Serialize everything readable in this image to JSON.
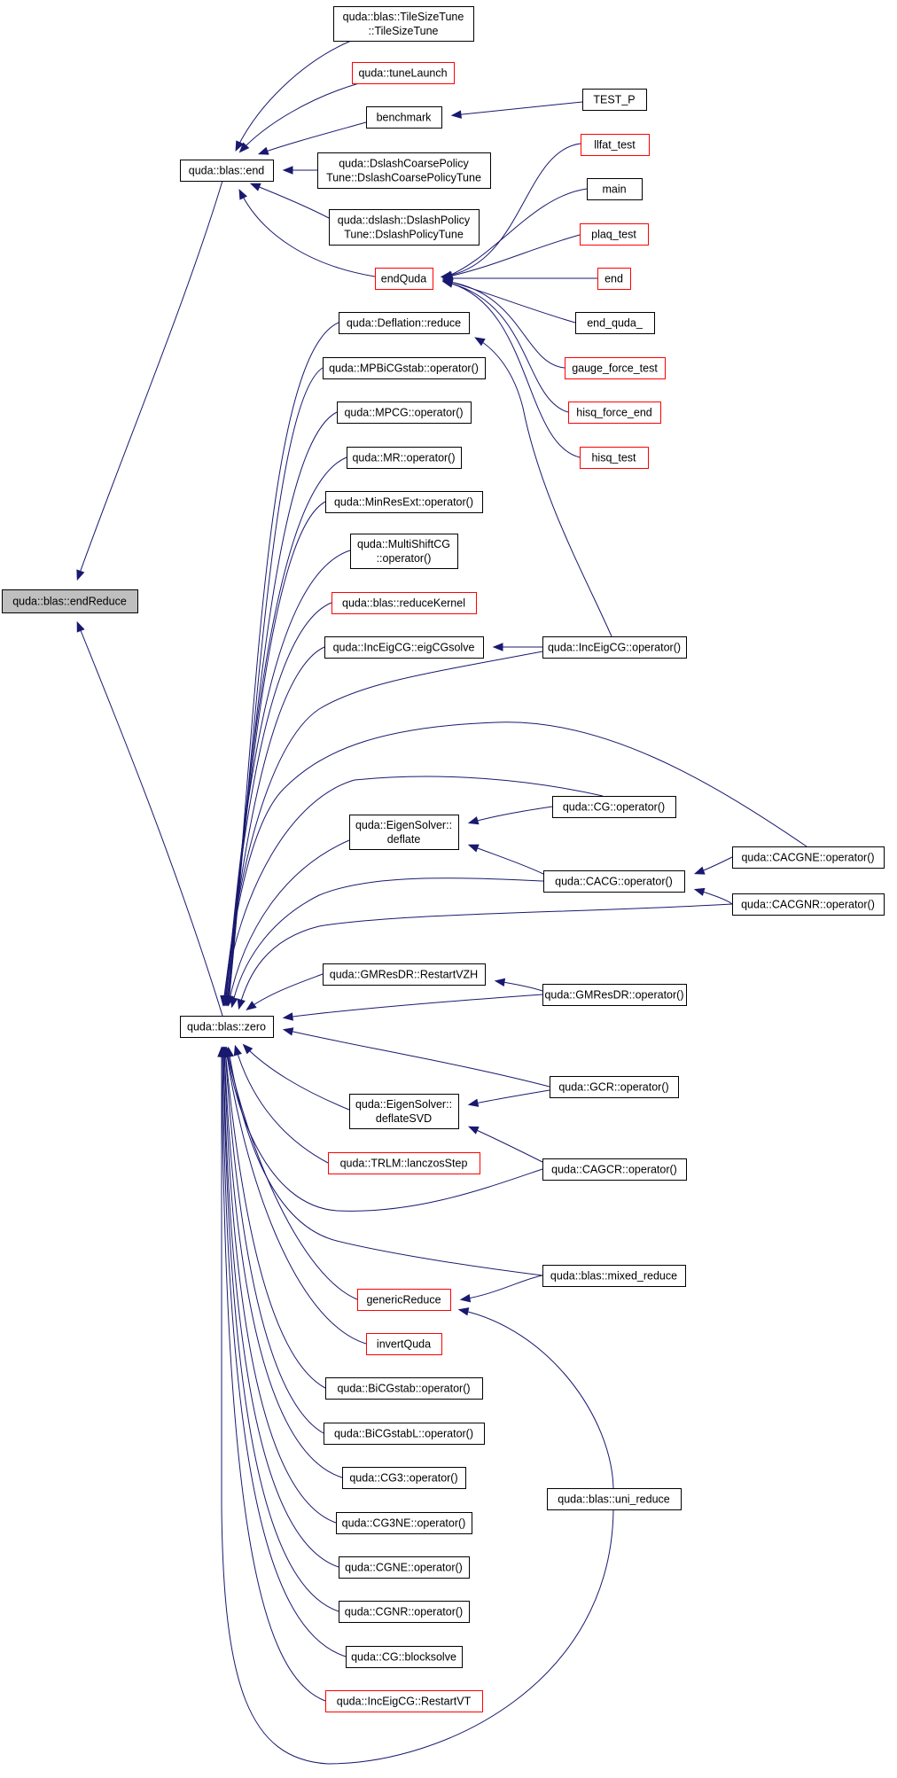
{
  "colors": {
    "edge": "#191970",
    "node_border": "#000000",
    "truncated_border": "#ff0000",
    "current_fill": "#bfbfbf",
    "background": "#ffffff"
  },
  "nodes": {
    "endReduce": {
      "lines": [
        "quda::blas::endReduce"
      ],
      "state": "current"
    },
    "blasEnd": {
      "lines": [
        "quda::blas::end"
      ],
      "state": "normal"
    },
    "blasZero": {
      "lines": [
        "quda::blas::zero"
      ],
      "state": "normal"
    },
    "tileSizeTune": {
      "lines": [
        "quda::blas::TileSizeTune",
        "::TileSizeTune"
      ],
      "state": "normal"
    },
    "tuneLaunch": {
      "lines": [
        "quda::tuneLaunch"
      ],
      "state": "truncated"
    },
    "benchmark": {
      "lines": [
        "benchmark"
      ],
      "state": "normal"
    },
    "testP": {
      "lines": [
        "TEST_P"
      ],
      "state": "normal"
    },
    "dslashCoarse": {
      "lines": [
        "quda::DslashCoarsePolicy",
        "Tune::DslashCoarsePolicyTune"
      ],
      "state": "normal"
    },
    "dslashPolicy": {
      "lines": [
        "quda::dslash::DslashPolicy",
        "Tune::DslashPolicyTune"
      ],
      "state": "normal"
    },
    "endQuda": {
      "lines": [
        "endQuda"
      ],
      "state": "truncated"
    },
    "llfatTest": {
      "lines": [
        "llfat_test"
      ],
      "state": "truncated"
    },
    "main": {
      "lines": [
        "main"
      ],
      "state": "normal"
    },
    "plaqTest": {
      "lines": [
        "plaq_test"
      ],
      "state": "truncated"
    },
    "end": {
      "lines": [
        "end"
      ],
      "state": "truncated"
    },
    "endQudaU": {
      "lines": [
        "end_quda_"
      ],
      "state": "normal"
    },
    "gaugeForce": {
      "lines": [
        "gauge_force_test"
      ],
      "state": "truncated"
    },
    "hisqForceEnd": {
      "lines": [
        "hisq_force_end"
      ],
      "state": "truncated"
    },
    "hisqTest": {
      "lines": [
        "hisq_test"
      ],
      "state": "truncated"
    },
    "deflReduce": {
      "lines": [
        "quda::Deflation::reduce"
      ],
      "state": "normal"
    },
    "mpbicg": {
      "lines": [
        "quda::MPBiCGstab::operator()"
      ],
      "state": "normal"
    },
    "mpcg": {
      "lines": [
        "quda::MPCG::operator()"
      ],
      "state": "normal"
    },
    "mr": {
      "lines": [
        "quda::MR::operator()"
      ],
      "state": "normal"
    },
    "minres": {
      "lines": [
        "quda::MinResExt::operator()"
      ],
      "state": "normal"
    },
    "multishift": {
      "lines": [
        "quda::MultiShiftCG",
        "::operator()"
      ],
      "state": "normal"
    },
    "reduceKernel": {
      "lines": [
        "quda::blas::reduceKernel"
      ],
      "state": "truncated"
    },
    "eigCGsolve": {
      "lines": [
        "quda::IncEigCG::eigCGsolve"
      ],
      "state": "normal"
    },
    "incEigOp": {
      "lines": [
        "quda::IncEigCG::operator()"
      ],
      "state": "normal"
    },
    "cgOp": {
      "lines": [
        "quda::CG::operator()"
      ],
      "state": "normal"
    },
    "deflate": {
      "lines": [
        "quda::EigenSolver::",
        "deflate"
      ],
      "state": "normal"
    },
    "cacgOp": {
      "lines": [
        "quda::CACG::operator()"
      ],
      "state": "normal"
    },
    "cacgneOp": {
      "lines": [
        "quda::CACGNE::operator()"
      ],
      "state": "normal"
    },
    "cacgnrOp": {
      "lines": [
        "quda::CACGNR::operator()"
      ],
      "state": "normal"
    },
    "restartVZH": {
      "lines": [
        "quda::GMResDR::RestartVZH"
      ],
      "state": "normal"
    },
    "gmresdrOp": {
      "lines": [
        "quda::GMResDR::operator()"
      ],
      "state": "normal"
    },
    "gcrOp": {
      "lines": [
        "quda::GCR::operator()"
      ],
      "state": "normal"
    },
    "deflateSVD": {
      "lines": [
        "quda::EigenSolver::",
        "deflateSVD"
      ],
      "state": "normal"
    },
    "lanczos": {
      "lines": [
        "quda::TRLM::lanczosStep"
      ],
      "state": "truncated"
    },
    "cagcrOp": {
      "lines": [
        "quda::CAGCR::operator()"
      ],
      "state": "normal"
    },
    "mixedReduce": {
      "lines": [
        "quda::blas::mixed_reduce"
      ],
      "state": "normal"
    },
    "genericReduce": {
      "lines": [
        "genericReduce"
      ],
      "state": "truncated"
    },
    "invertQuda": {
      "lines": [
        "invertQuda"
      ],
      "state": "truncated"
    },
    "bicgstab": {
      "lines": [
        "quda::BiCGstab::operator()"
      ],
      "state": "normal"
    },
    "bicgstabL": {
      "lines": [
        "quda::BiCGstabL::operator()"
      ],
      "state": "normal"
    },
    "cg3": {
      "lines": [
        "quda::CG3::operator()"
      ],
      "state": "normal"
    },
    "cg3ne": {
      "lines": [
        "quda::CG3NE::operator()"
      ],
      "state": "normal"
    },
    "cgne": {
      "lines": [
        "quda::CGNE::operator()"
      ],
      "state": "normal"
    },
    "cgnr": {
      "lines": [
        "quda::CGNR::operator()"
      ],
      "state": "normal"
    },
    "blocksolve": {
      "lines": [
        "quda::CG::blocksolve"
      ],
      "state": "normal"
    },
    "uniReduce": {
      "lines": [
        "quda::blas::uni_reduce"
      ],
      "state": "normal"
    },
    "restartVT": {
      "lines": [
        "quda::IncEigCG::RestartVT"
      ],
      "state": "truncated"
    }
  },
  "edges": [
    [
      "blasEnd",
      "endReduce"
    ],
    [
      "blasZero",
      "endReduce"
    ],
    [
      "tileSizeTune",
      "blasEnd"
    ],
    [
      "tuneLaunch",
      "blasEnd"
    ],
    [
      "benchmark",
      "blasEnd"
    ],
    [
      "dslashCoarse",
      "blasEnd"
    ],
    [
      "dslashPolicy",
      "blasEnd"
    ],
    [
      "endQuda",
      "blasEnd"
    ],
    [
      "testP",
      "benchmark"
    ],
    [
      "llfatTest",
      "endQuda"
    ],
    [
      "main",
      "endQuda"
    ],
    [
      "plaqTest",
      "endQuda"
    ],
    [
      "end",
      "endQuda"
    ],
    [
      "endQudaU",
      "endQuda"
    ],
    [
      "gaugeForce",
      "endQuda"
    ],
    [
      "hisqForceEnd",
      "endQuda"
    ],
    [
      "hisqTest",
      "endQuda"
    ],
    [
      "deflReduce",
      "blasZero"
    ],
    [
      "mpbicg",
      "blasZero"
    ],
    [
      "mpcg",
      "blasZero"
    ],
    [
      "mr",
      "blasZero"
    ],
    [
      "minres",
      "blasZero"
    ],
    [
      "multishift",
      "blasZero"
    ],
    [
      "reduceKernel",
      "blasZero"
    ],
    [
      "eigCGsolve",
      "blasZero"
    ],
    [
      "incEigOp",
      "blasZero"
    ],
    [
      "cacgneOp",
      "blasZero"
    ],
    [
      "cgOp",
      "blasZero"
    ],
    [
      "deflate",
      "blasZero"
    ],
    [
      "cacgOp",
      "blasZero"
    ],
    [
      "cacgnrOp",
      "blasZero"
    ],
    [
      "restartVZH",
      "blasZero"
    ],
    [
      "gmresdrOp",
      "blasZero"
    ],
    [
      "gcrOp",
      "blasZero"
    ],
    [
      "deflateSVD",
      "blasZero"
    ],
    [
      "lanczos",
      "blasZero"
    ],
    [
      "cagcrOp",
      "blasZero"
    ],
    [
      "mixedReduce",
      "blasZero"
    ],
    [
      "genericReduce",
      "blasZero"
    ],
    [
      "invertQuda",
      "blasZero"
    ],
    [
      "bicgstab",
      "blasZero"
    ],
    [
      "bicgstabL",
      "blasZero"
    ],
    [
      "cg3",
      "blasZero"
    ],
    [
      "cg3ne",
      "blasZero"
    ],
    [
      "cgne",
      "blasZero"
    ],
    [
      "cgnr",
      "blasZero"
    ],
    [
      "blocksolve",
      "blasZero"
    ],
    [
      "uniReduce",
      "blasZero"
    ],
    [
      "restartVT",
      "blasZero"
    ],
    [
      "incEigOp",
      "deflReduce"
    ],
    [
      "incEigOp",
      "eigCGsolve"
    ],
    [
      "cgOp",
      "deflate"
    ],
    [
      "cacgOp",
      "deflate"
    ],
    [
      "cacgneOp",
      "cacgOp"
    ],
    [
      "cacgnrOp",
      "cacgOp"
    ],
    [
      "gmresdrOp",
      "restartVZH"
    ],
    [
      "gcrOp",
      "deflateSVD"
    ],
    [
      "cagcrOp",
      "deflateSVD"
    ],
    [
      "mixedReduce",
      "genericReduce"
    ],
    [
      "uniReduce",
      "genericReduce"
    ]
  ]
}
